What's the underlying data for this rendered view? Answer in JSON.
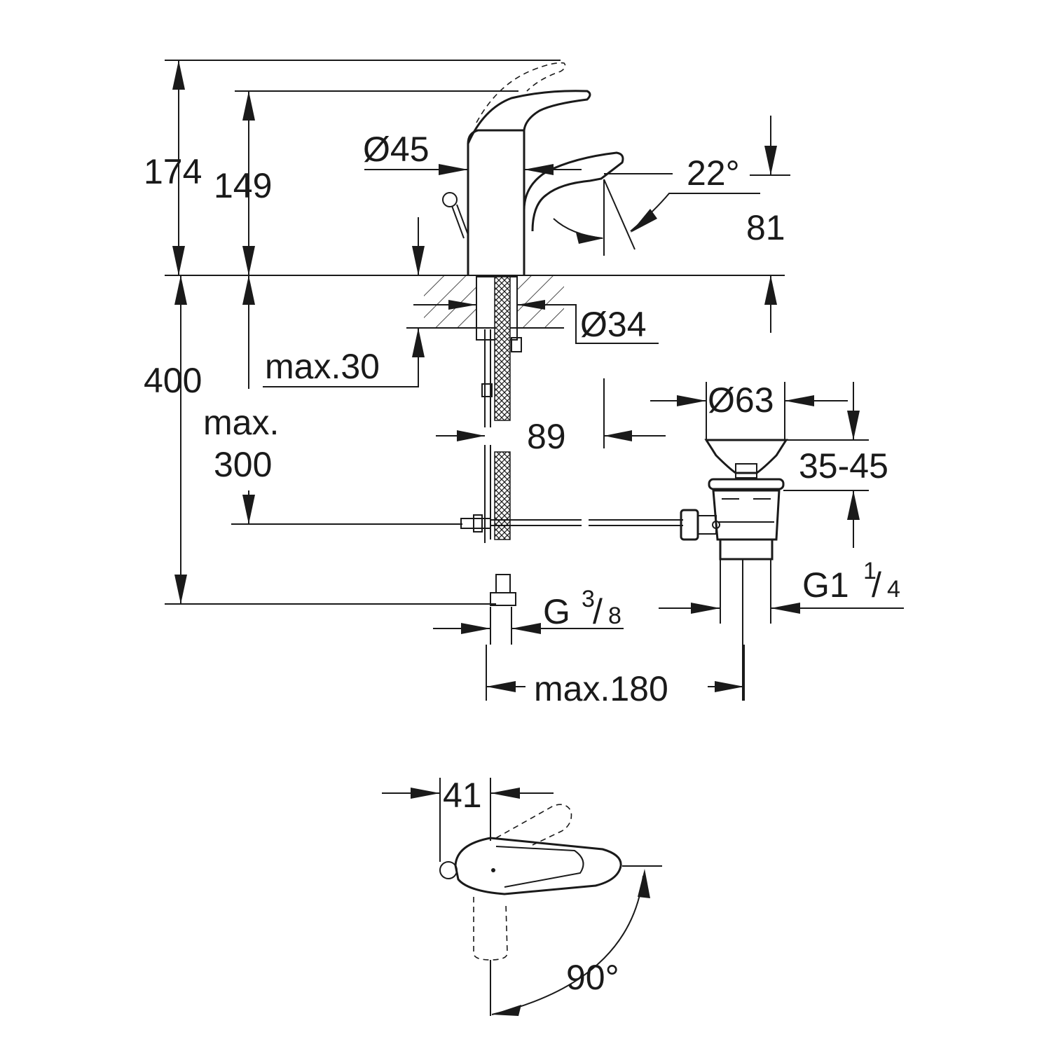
{
  "dimensions": {
    "height_total": "174",
    "height_spout": "149",
    "body_diameter": "Ø45",
    "spout_angle": "22°",
    "spout_height": "81",
    "hole_diameter": "Ø34",
    "deck_thickness": "max.30",
    "below_deck": "400",
    "rod_length_prefix": "max.",
    "rod_length_value": "300",
    "hose_offset": "89",
    "waste_diameter": "Ø63",
    "waste_range": "35-45",
    "waste_thread_main": "G1",
    "waste_thread_num": "1",
    "waste_thread_den": "4",
    "supply_thread_main": "G",
    "supply_thread_num": "3",
    "supply_thread_den": "8",
    "max_spacing": "max.180",
    "lever_offset": "41",
    "lever_rotation": "90°"
  },
  "icons": [
    "pop-up-rod-icon",
    "waste-valve-icon",
    "faucet-side-view-icon",
    "faucet-top-view-icon"
  ]
}
